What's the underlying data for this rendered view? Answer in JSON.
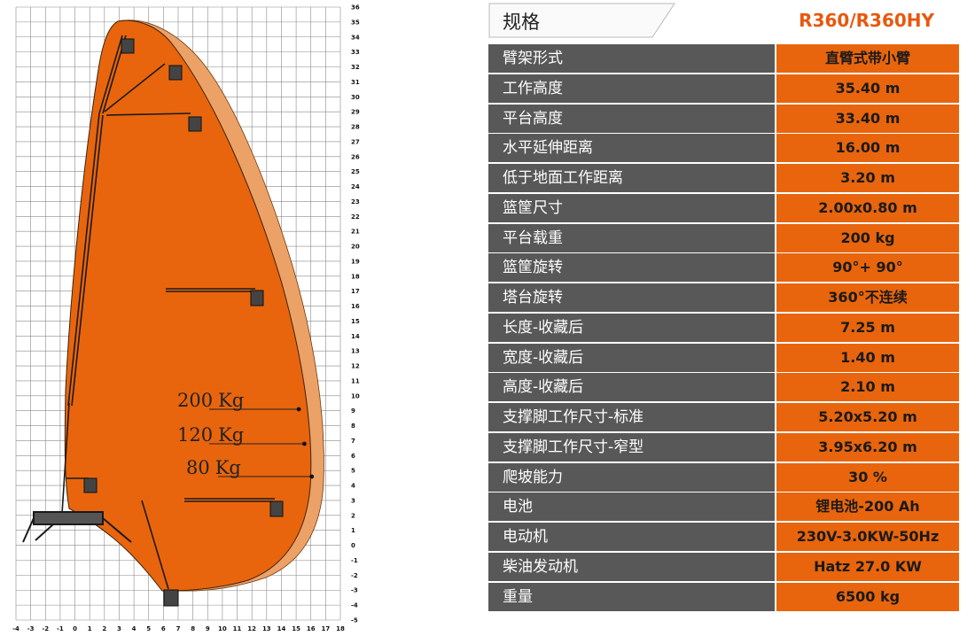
{
  "diagram": {
    "x_ticks": [
      "-4",
      "-3",
      "-2",
      "-1",
      "0",
      "1",
      "2",
      "3",
      "4",
      "5",
      "6",
      "7",
      "8",
      "9",
      "10",
      "11",
      "12",
      "13",
      "14",
      "15",
      "16",
      "17",
      "18"
    ],
    "y_ticks": [
      "36",
      "35",
      "34",
      "33",
      "32",
      "31",
      "30",
      "29",
      "28",
      "27",
      "26",
      "25",
      "24",
      "23",
      "22",
      "21",
      "20",
      "19",
      "18",
      "17",
      "16",
      "15",
      "14",
      "13",
      "12",
      "11",
      "10",
      "9",
      "8",
      "7",
      "6",
      "5",
      "4",
      "3",
      "2",
      "1",
      "0",
      "-1",
      "-2",
      "-3",
      "-4",
      "-5"
    ],
    "loads": [
      {
        "number": "200",
        "unit": "Kg",
        "reach_m": 15.0
      },
      {
        "number": "120",
        "unit": "Kg",
        "reach_m": 15.5
      },
      {
        "number": "80",
        "unit": "Kg",
        "reach_m": 16.0
      }
    ],
    "envelope_color": "#e8650d",
    "outer_envelope_color": "#eca166"
  },
  "spec": {
    "header_label": "规格",
    "model": "R360/R360HY",
    "rows": [
      {
        "k": "臂架形式",
        "v": "直臂式带小臂"
      },
      {
        "k": "工作高度",
        "v": "35.40 m"
      },
      {
        "k": "平台高度",
        "v": "33.40 m"
      },
      {
        "k": "水平延伸距离",
        "v": "16.00 m"
      },
      {
        "k": "低于地面工作距离",
        "v": "3.20 m"
      },
      {
        "k": "篮筐尺寸",
        "v": "2.00x0.80 m"
      },
      {
        "k": "平台载重",
        "v": "200 kg"
      },
      {
        "k": "篮筐旋转",
        "v": "90°+ 90°"
      },
      {
        "k": "塔台旋转",
        "v": "360°不连续"
      },
      {
        "k": "长度-收藏后",
        "v": "7.25 m"
      },
      {
        "k": "宽度-收藏后",
        "v": "1.40 m"
      },
      {
        "k": "高度-收藏后",
        "v": "2.10 m"
      },
      {
        "k": "支撑脚工作尺寸-标准",
        "v": "5.20x5.20 m"
      },
      {
        "k": "支撑脚工作尺寸-窄型",
        "v": "3.95x6.20 m"
      },
      {
        "k": "爬坡能力",
        "v": "30 %"
      },
      {
        "k": "电池",
        "v": "锂电池-200 Ah"
      },
      {
        "k": "电动机",
        "v": "230V-3.0KW-50Hz"
      },
      {
        "k": "柴油发动机",
        "v": "Hatz  27.0 KW"
      },
      {
        "k": "重量",
        "v": "6500 kg"
      }
    ],
    "colors": {
      "key_bg": "#585858",
      "value_bg": "#e8650d",
      "model_text": "#e8580e"
    }
  }
}
